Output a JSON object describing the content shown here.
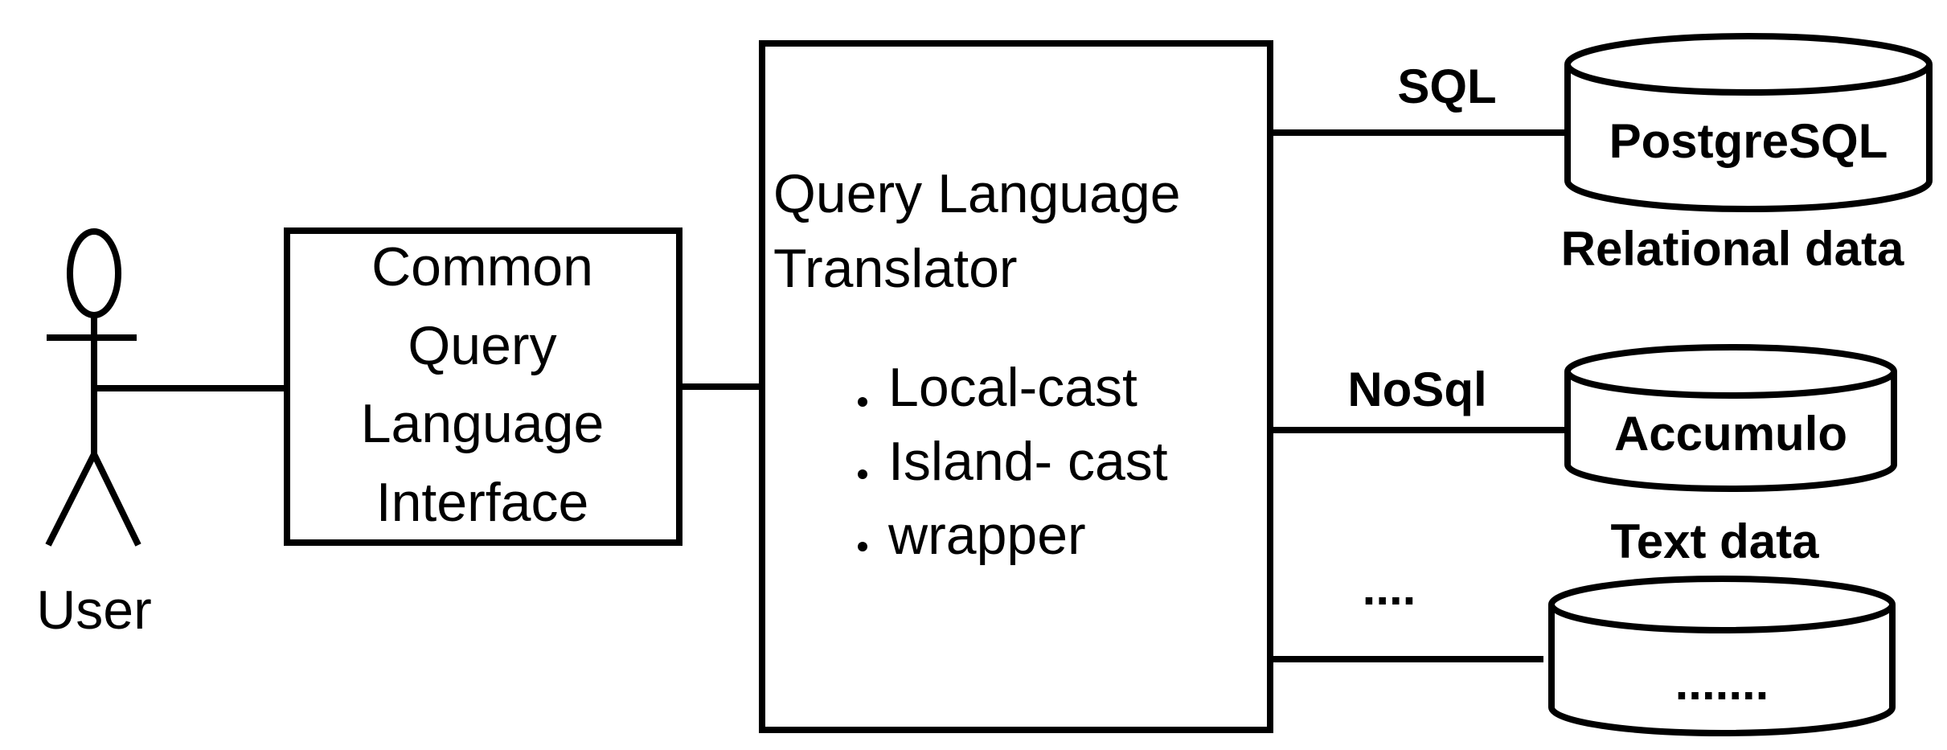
{
  "user": {
    "label": "User"
  },
  "interface_box": {
    "lines": [
      "Common",
      "Query",
      "Language",
      "Interface"
    ]
  },
  "translator_box": {
    "title_lines": [
      "Query Language",
      "Translator"
    ],
    "bullets": [
      "Local-cast",
      "Island- cast",
      "wrapper"
    ]
  },
  "databases": [
    {
      "connector_label": "SQL",
      "name": "PostgreSQL",
      "caption": "Relational data"
    },
    {
      "connector_label": "NoSql",
      "name": "Accumulo",
      "caption": "Text data"
    },
    {
      "connector_label": "....",
      "name": ".......",
      "caption": ""
    }
  ]
}
